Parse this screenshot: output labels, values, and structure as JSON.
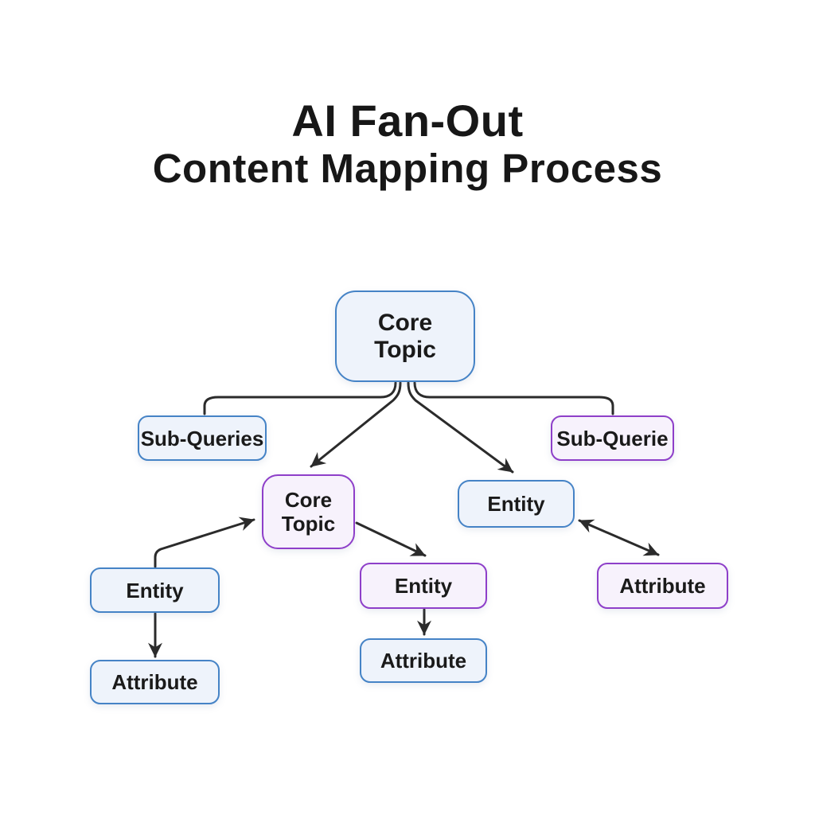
{
  "title": {
    "line1": "AI Fan-Out",
    "line2": "Content Mapping Process"
  },
  "nodes": {
    "core_top": {
      "label": "Core\nTopic",
      "style": "blue"
    },
    "sub_left": {
      "label": "Sub-Queries",
      "style": "blue"
    },
    "sub_right": {
      "label": "Sub-Querie",
      "style": "purple"
    },
    "core_mid": {
      "label": "Core\nTopic",
      "style": "purple"
    },
    "entity_mid": {
      "label": "Entity",
      "style": "blue"
    },
    "entity_left": {
      "label": "Entity",
      "style": "blue"
    },
    "attr_left": {
      "label": "Attribute",
      "style": "blue"
    },
    "entity_bot": {
      "label": "Entity",
      "style": "purple"
    },
    "attr_bot": {
      "label": "Attribute",
      "style": "blue"
    },
    "attr_right": {
      "label": "Attribute",
      "style": "purple"
    }
  },
  "colors": {
    "blue_border": "#4583c6",
    "blue_fill": "#eef3fb",
    "purple_border": "#8e3fc9",
    "purple_fill": "#f7f2fc",
    "connector": "#2b2b2b",
    "text": "#1a1a1a",
    "title_color": "#171717",
    "bg": "#ffffff"
  }
}
